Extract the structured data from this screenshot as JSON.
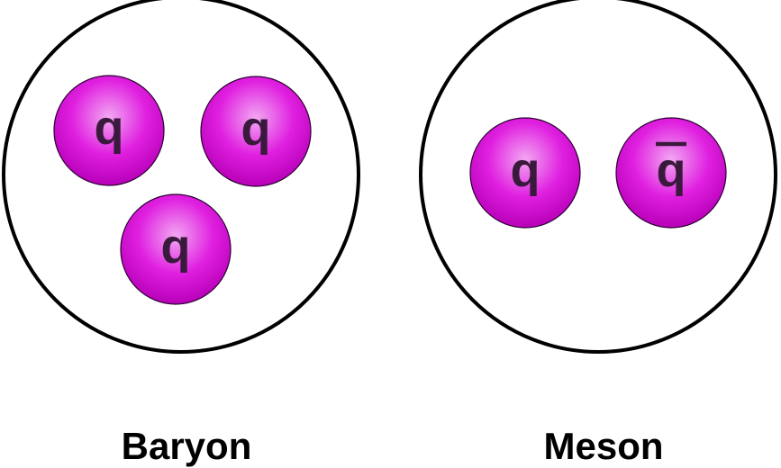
{
  "baryon": {
    "name": "Baryon",
    "quarks": [
      {
        "label": "q",
        "antiquark": false
      },
      {
        "label": "q",
        "antiquark": false
      },
      {
        "label": "q",
        "antiquark": false
      }
    ]
  },
  "meson": {
    "name": "Meson",
    "quarks": [
      {
        "label": "q",
        "antiquark": false
      },
      {
        "label": "q",
        "antiquark": true
      }
    ]
  },
  "colors": {
    "quark_highlight": "#f2a8f2",
    "quark_fill": "#e020e0",
    "quark_edge": "#b800b8",
    "outline": "#000000"
  }
}
